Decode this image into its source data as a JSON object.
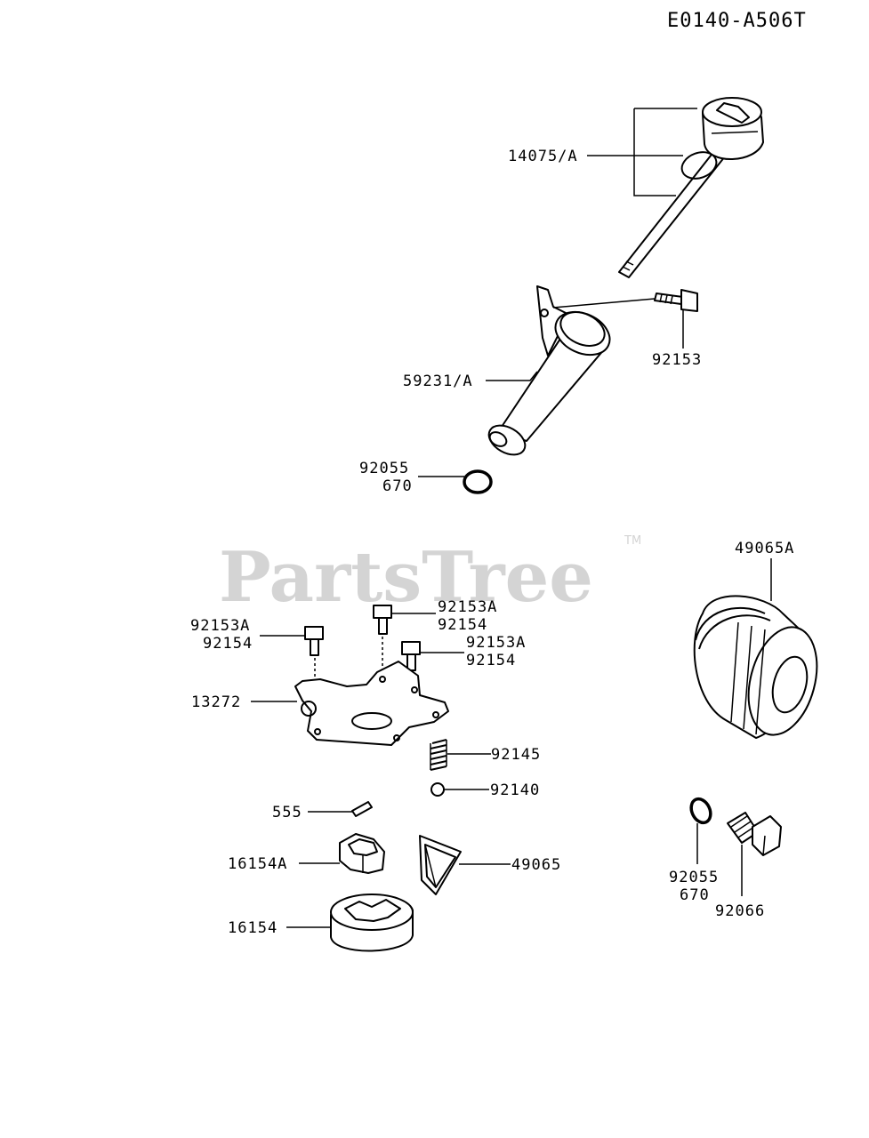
{
  "diagram_code": "E0140-A506T",
  "watermark": {
    "text": "PartsTree",
    "tm": "TM"
  },
  "callouts": {
    "dipstick": "14075/A",
    "bolt_top": "92153",
    "tube": "59231/A",
    "oring_tube_1": "92055",
    "oring_tube_2": "670",
    "filter": "49065A",
    "bolt_left_1": "92153A",
    "bolt_left_2": "92154",
    "bolt_mid_1": "92153A",
    "bolt_mid_2": "92154",
    "bolt_right_1": "92153A",
    "bolt_right_2": "92154",
    "cover": "13272",
    "spring": "92145",
    "ball": "92140",
    "pin": "555",
    "screen": "49065",
    "inner_rotor": "16154A",
    "outer_rotor": "16154",
    "oring_plug_1": "92055",
    "oring_plug_2": "670",
    "drain_plug": "92066"
  }
}
